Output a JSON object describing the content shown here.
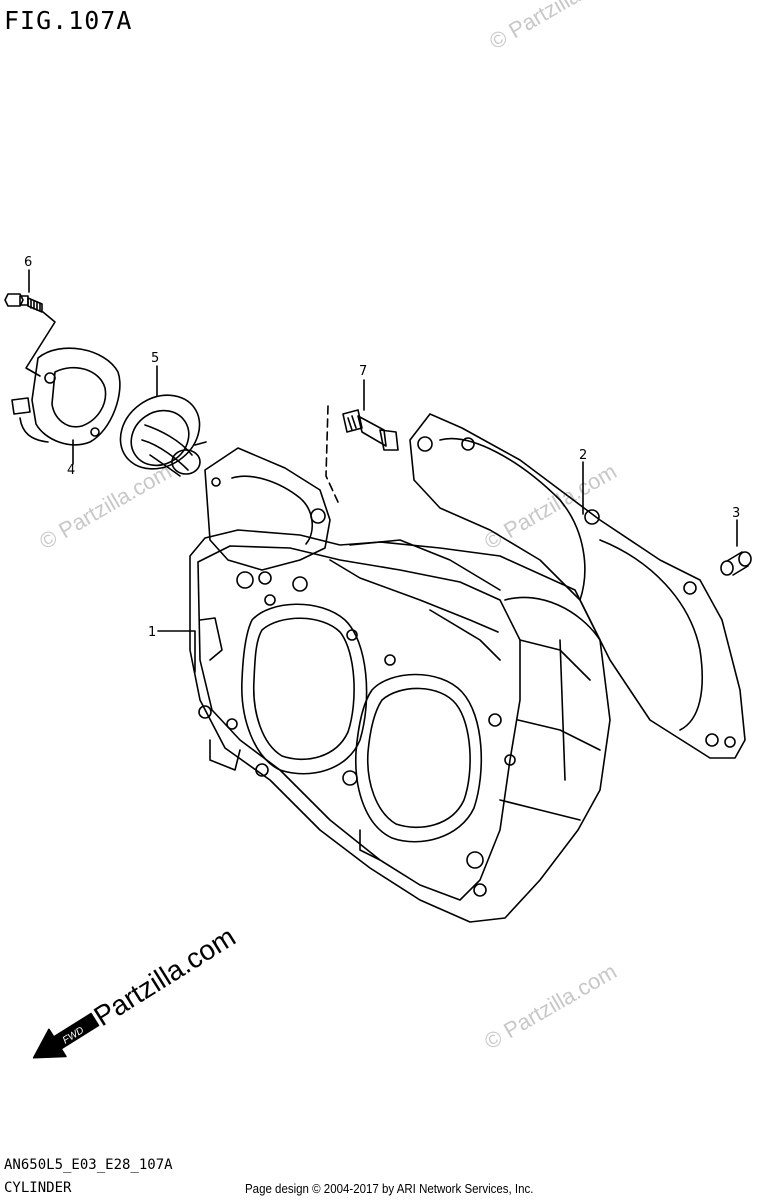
{
  "figure": {
    "title": "FIG.107A"
  },
  "footer": {
    "code": "AN650L5_E03_E28_107A",
    "caption": "CYLINDER",
    "credit": "Page design © 2004-2017 by ARI Network Services, Inc."
  },
  "callouts": [
    "1",
    "2",
    "3",
    "4",
    "5",
    "6",
    "7"
  ],
  "watermark": "© Partzilla.com",
  "brand": {
    "badge": "FWD",
    "text": "Partzilla.com"
  },
  "parts": [
    "cylinder-block",
    "cylinder-gasket",
    "dowel-pin",
    "thermostat-cover",
    "thermostat",
    "bolt",
    "union"
  ]
}
